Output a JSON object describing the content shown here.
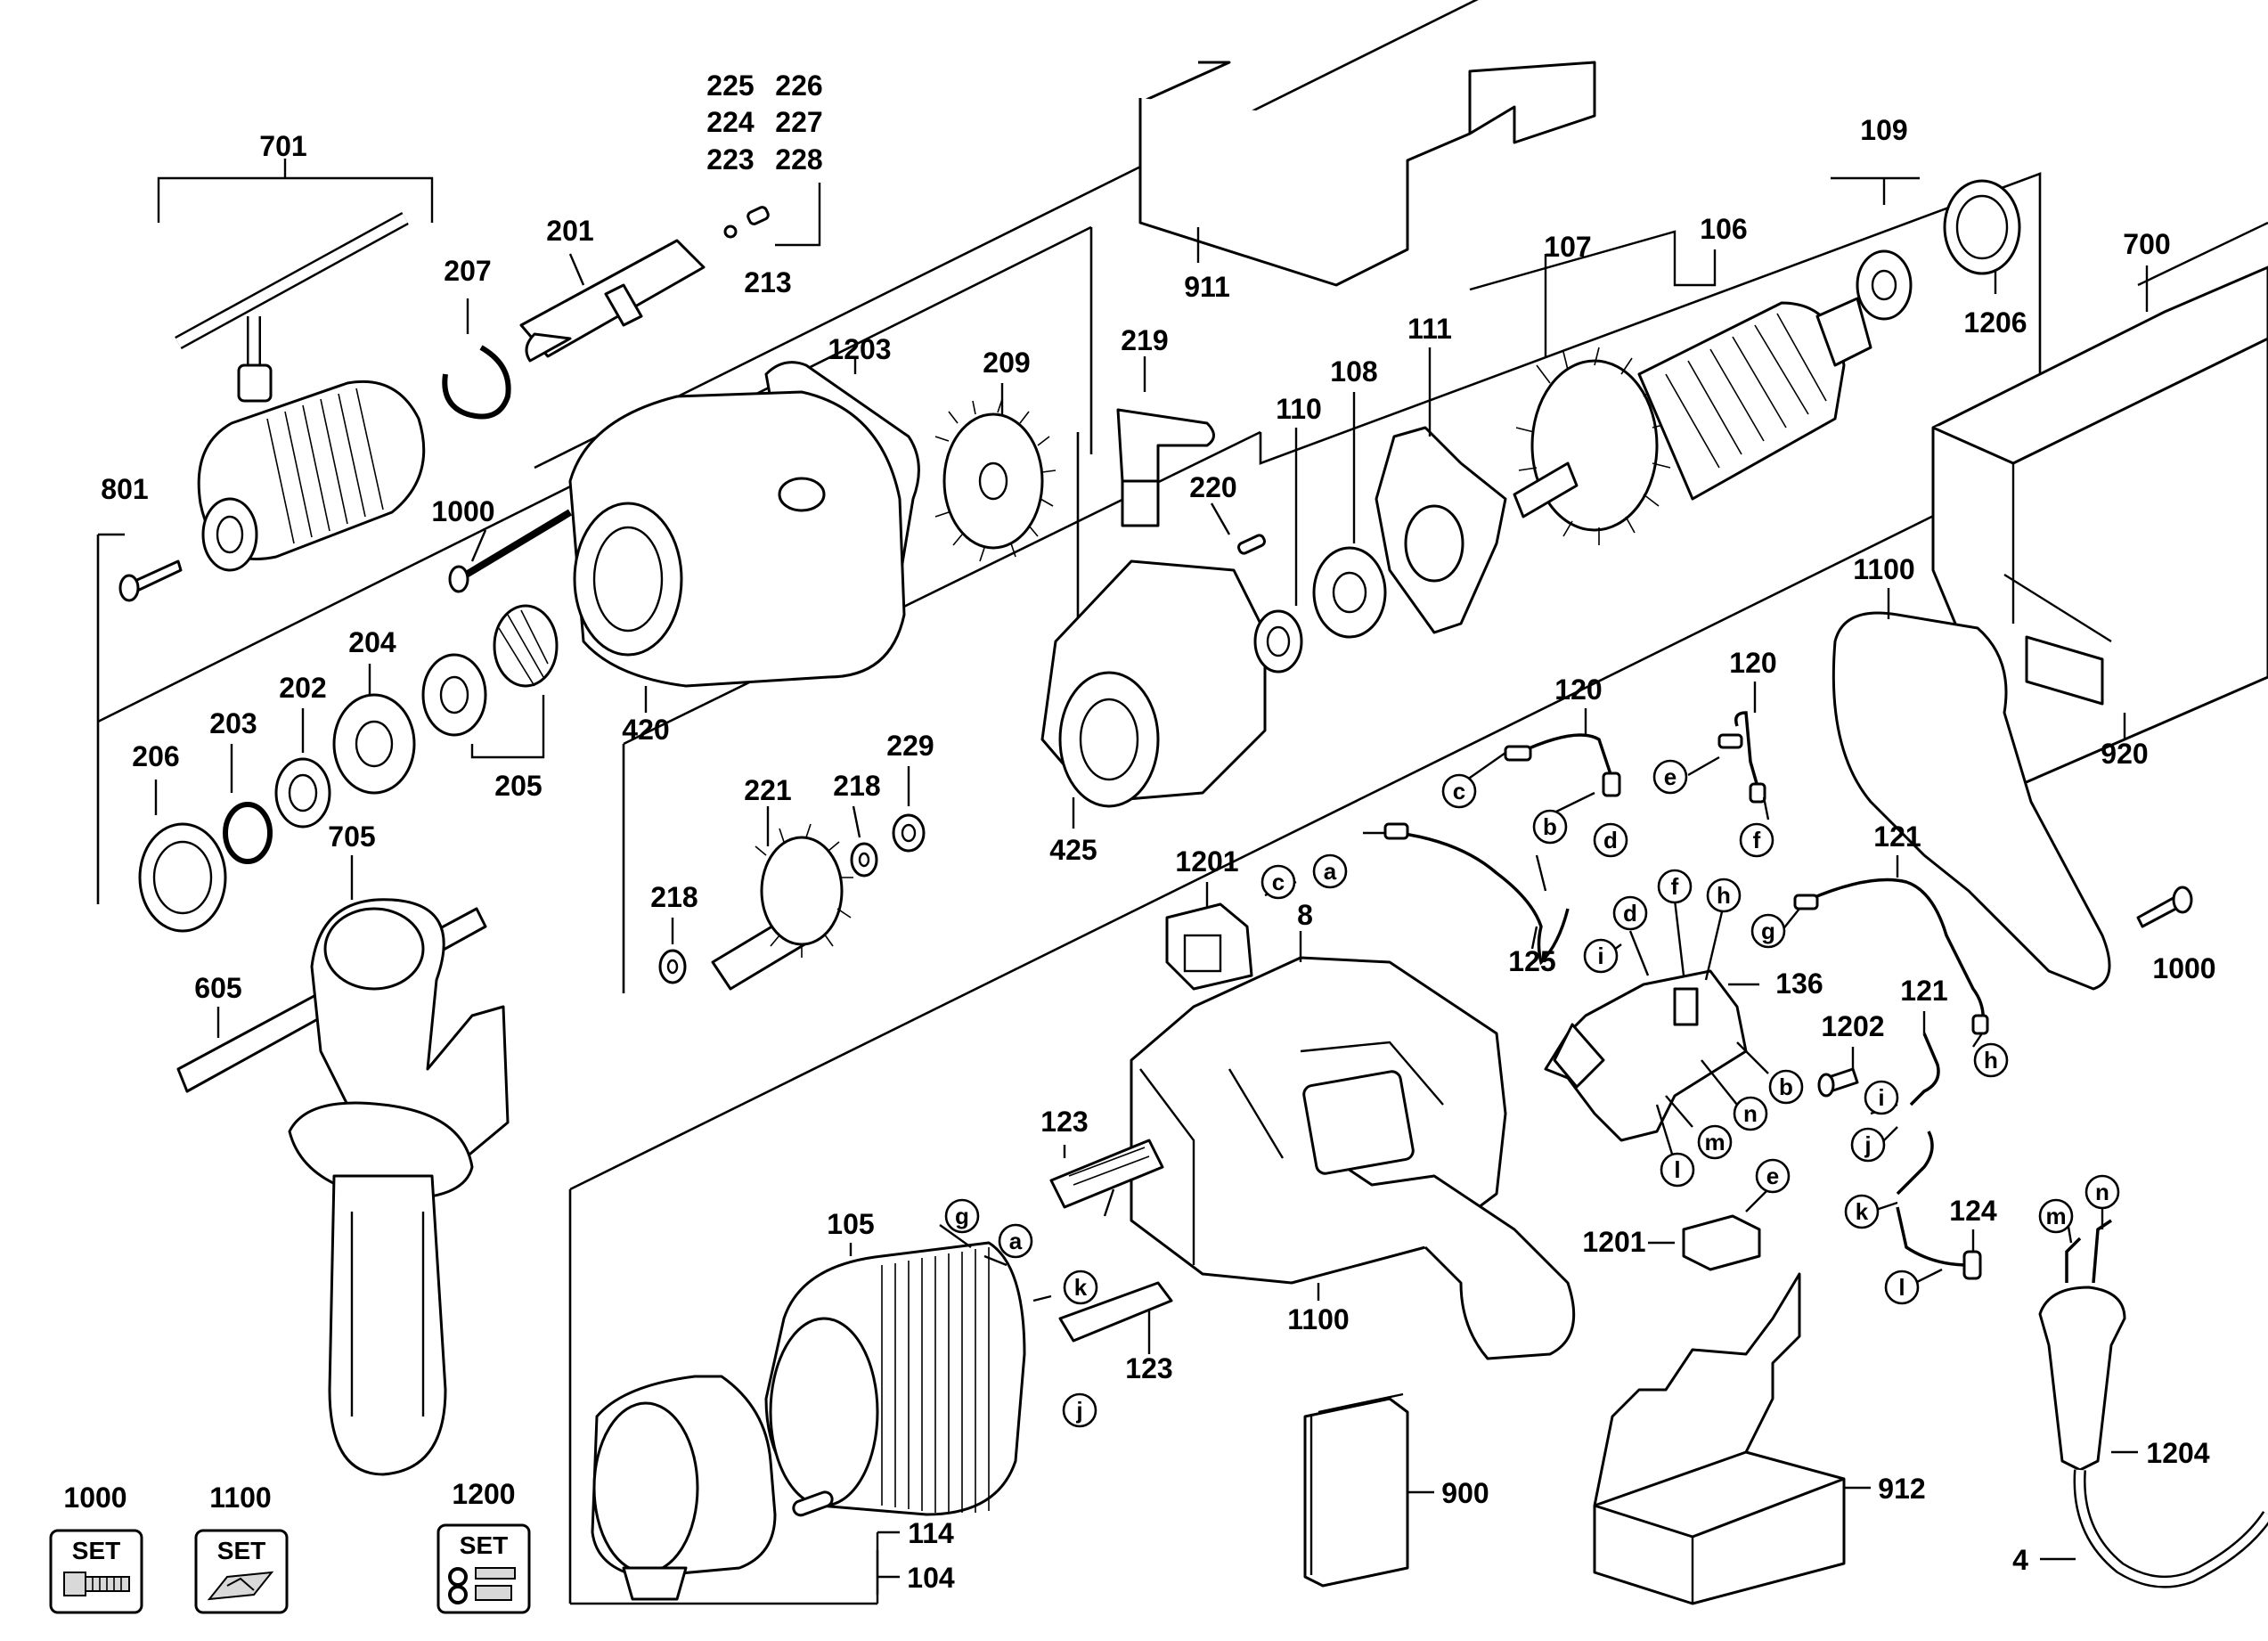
{
  "labels": {
    "p701": "701",
    "p801": "801",
    "p207": "207",
    "p201": "201",
    "p225": "225",
    "p226": "226",
    "p224": "224",
    "p227": "227",
    "p223": "223",
    "p228": "228",
    "p213": "213",
    "p1203": "1203",
    "p209": "209",
    "p911": "911",
    "p219": "219",
    "p220": "220",
    "p110": "110",
    "p108": "108",
    "p111": "111",
    "p107": "107",
    "p106": "106",
    "p109": "109",
    "p1206": "1206",
    "p700": "700",
    "p1000a": "1000",
    "p420": "420",
    "p204": "204",
    "p202": "202",
    "p203": "203",
    "p206": "206",
    "p205": "205",
    "p221": "221",
    "p218a": "218",
    "p229": "229",
    "p425": "425",
    "p218b": "218",
    "p705": "705",
    "p605": "605",
    "p1201a": "1201",
    "p8": "8",
    "p120a": "120",
    "p120b": "120",
    "p125": "125",
    "p136": "136",
    "p121a": "121",
    "p121b": "121",
    "p1100a": "1100",
    "p1000b": "1000",
    "p920": "920",
    "p1202": "1202",
    "p123a": "123",
    "p123b": "123",
    "p105": "105",
    "p1100b": "1100",
    "p1201b": "1201",
    "p124": "124",
    "p114": "114",
    "p104": "104",
    "p900": "900",
    "p912": "912",
    "p1204": "1204",
    "p4": "4",
    "set1000": "1000",
    "set1100": "1100",
    "set1200": "1200"
  },
  "letters": {
    "c1": "c",
    "d1": "d",
    "e1": "e",
    "f1": "f",
    "b1": "b",
    "a1": "a",
    "c2": "c",
    "g1": "g",
    "i1": "i",
    "d2": "d",
    "f2": "f",
    "h1": "h",
    "b2": "b",
    "n1": "n",
    "m1": "m",
    "l1": "l",
    "e2": "e",
    "i2": "i",
    "j1": "j",
    "k1": "k",
    "l2": "l",
    "h2": "h",
    "g2": "g",
    "a2": "a",
    "k2": "k",
    "j2": "j",
    "m2": "m",
    "n2": "n"
  },
  "set_badges": {
    "badge1000": "SET",
    "badge1100": "SET",
    "badge1200": "SET"
  }
}
